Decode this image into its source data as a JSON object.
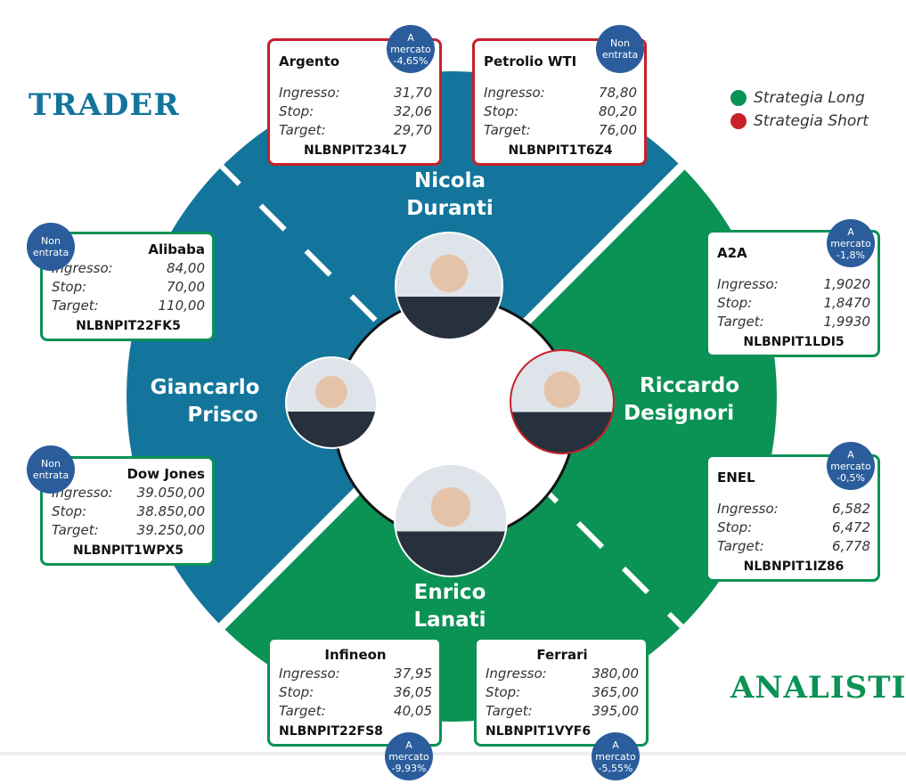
{
  "logos": {
    "trader": "TRADER",
    "analisti": "ANALISTI"
  },
  "legend": [
    {
      "label": "Strategia Long",
      "color": "#0b9255"
    },
    {
      "label": "Strategia Short",
      "color": "#c8202a"
    }
  ],
  "colors": {
    "trader": "#13759b",
    "analisti": "#0b9255",
    "badge": "#2b5d9c"
  },
  "people": [
    {
      "name1": "Nicola",
      "name2": "Duranti"
    },
    {
      "name1": "Giancarlo",
      "name2": "Prisco"
    },
    {
      "name1": "Riccardo",
      "name2": "Designori"
    },
    {
      "name1": "Enrico",
      "name2": "Lanati"
    }
  ],
  "labels": {
    "ingresso": "Ingresso:",
    "stop": "Stop:",
    "target": "Target:"
  },
  "cards": [
    {
      "title": "Argento",
      "ingresso": "31,70",
      "stop": "32,06",
      "target": "29,70",
      "code": "NLBNPIT234L7",
      "badge": "A mercato -4,65%",
      "strategy": "short"
    },
    {
      "title": "Petrolio WTI",
      "ingresso": "78,80",
      "stop": "80,20",
      "target": "76,00",
      "code": "NLBNPIT1T6Z4",
      "badge": "Non entrata",
      "strategy": "short"
    },
    {
      "title": "Alibaba",
      "ingresso": "84,00",
      "stop": "70,00",
      "target": "110,00",
      "code": "NLBNPIT22FK5",
      "badge": "Non entrata",
      "strategy": "long"
    },
    {
      "title": "Dow Jones",
      "ingresso": "39.050,00",
      "stop": "38.850,00",
      "target": "39.250,00",
      "code": "NLBNPIT1WPX5",
      "badge": "Non entrata",
      "strategy": "long"
    },
    {
      "title": "A2A",
      "ingresso": "1,9020",
      "stop": "1,8470",
      "target": "1,9930",
      "code": "NLBNPIT1LDI5",
      "badge": "A mercato -1,8%",
      "strategy": "long"
    },
    {
      "title": "ENEL",
      "ingresso": "6,582",
      "stop": "6,472",
      "target": "6,778",
      "code": "NLBNPIT1IZ86",
      "badge": "A mercato -0,5%",
      "strategy": "long"
    },
    {
      "title": "Infineon",
      "ingresso": "37,95",
      "stop": "36,05",
      "target": "40,05",
      "code": "NLBNPIT22FS8",
      "badge": "A mercato -9,93%",
      "strategy": "long"
    },
    {
      "title": "Ferrari",
      "ingresso": "380,00",
      "stop": "365,00",
      "target": "395,00",
      "code": "NLBNPIT1VYF6",
      "badge": "A mercato -5,55%",
      "strategy": "long"
    }
  ]
}
